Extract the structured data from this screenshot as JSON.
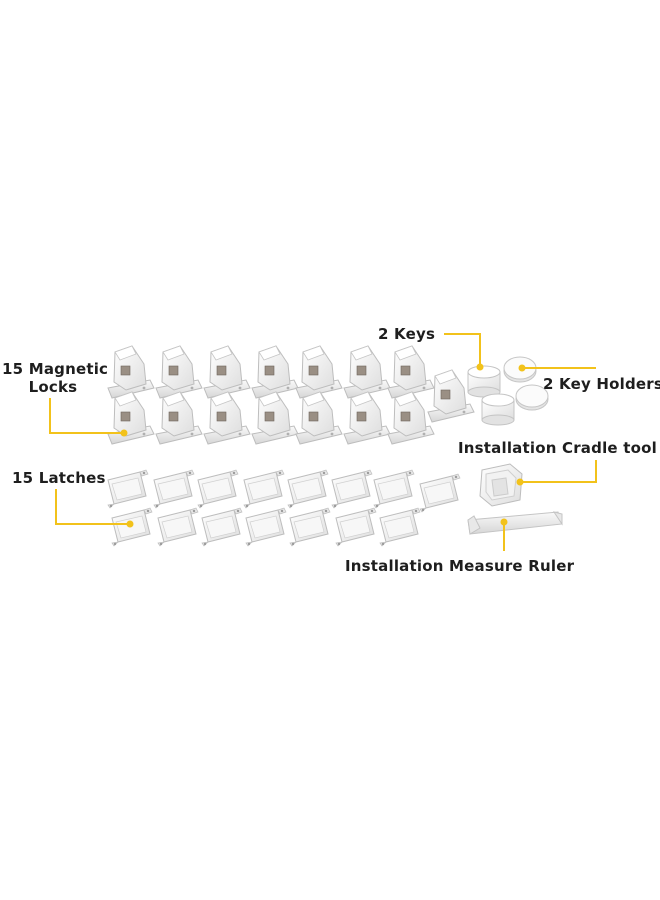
{
  "labels": {
    "magnetic_locks_line1": "15 Magnetic",
    "magnetic_locks_line2": "Locks",
    "latches": "15 Latches",
    "keys": "2 Keys",
    "key_holders": "2 Key Holders",
    "cradle_tool": "Installation Cradle tool",
    "measure_ruler": "Installation Measure Ruler"
  },
  "colors": {
    "callout": "#f2c21b",
    "part_fill": "#f3f3f3",
    "part_edge": "#c9c9c9",
    "text": "#1e1e1e",
    "background": "#ffffff"
  }
}
